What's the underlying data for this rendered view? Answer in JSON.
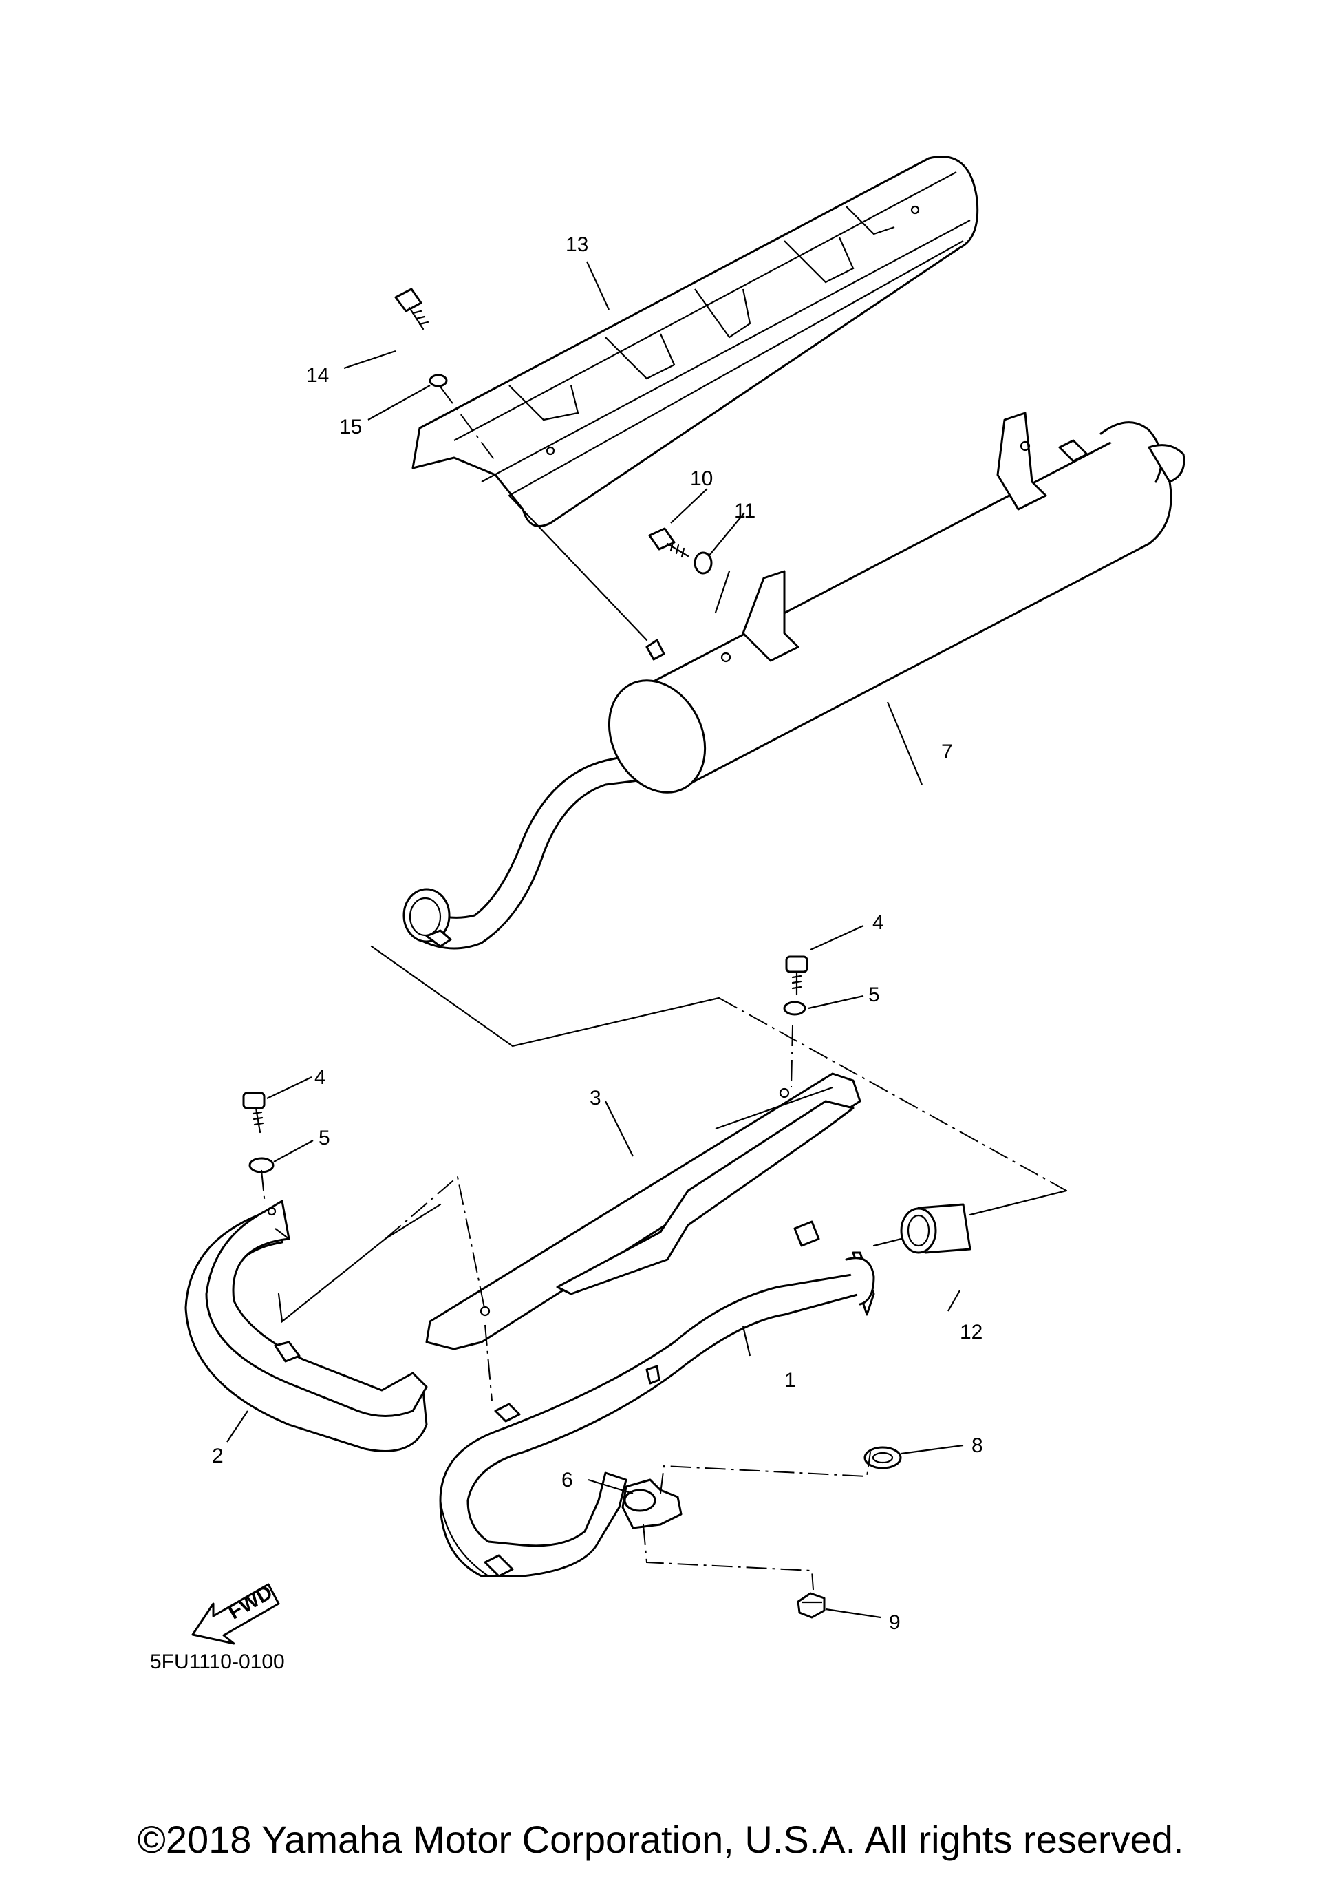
{
  "callouts": [
    "1",
    "2",
    "3",
    "4",
    "4",
    "5",
    "5",
    "6",
    "7",
    "8",
    "9",
    "10",
    "11",
    "12",
    "13",
    "14",
    "15"
  ],
  "fwd_label": "FWD",
  "figure_code": "5FU1110-0100",
  "copyright": "©2018 Yamaha Motor Corporation, U.S.A. All rights reserved."
}
